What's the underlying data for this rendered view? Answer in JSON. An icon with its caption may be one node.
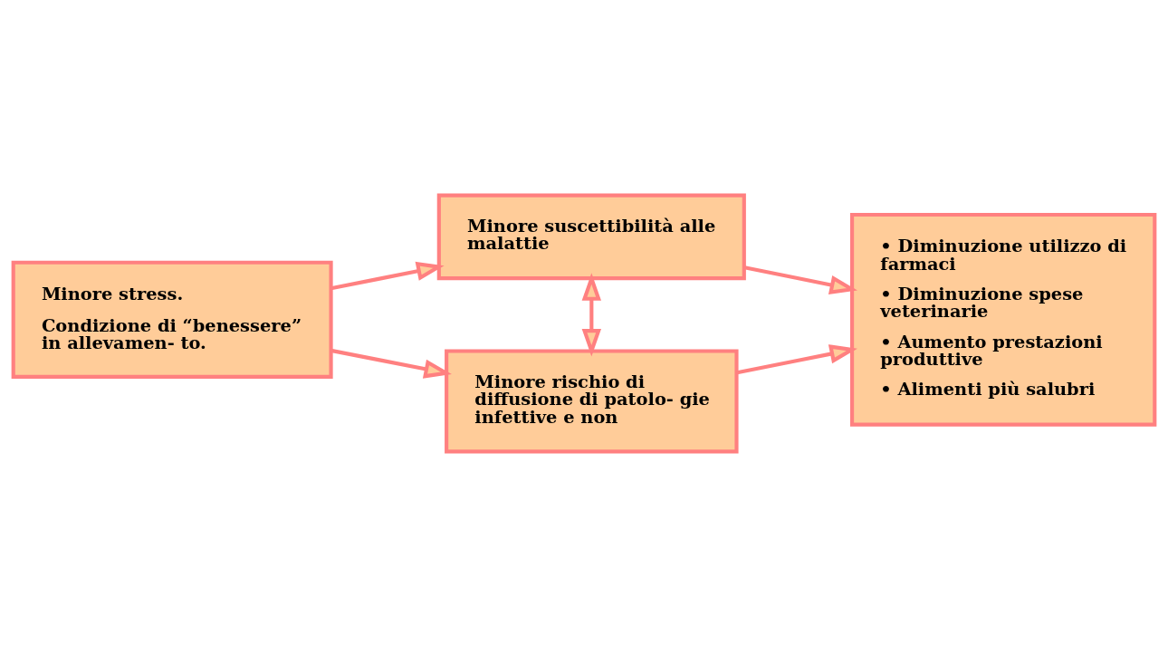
{
  "diagram": {
    "nodes": [
      {
        "text": [
          "Minore stress.",
          "Condizione di “benessere” in allevamen- to."
        ]
      },
      {
        "text": [
          "Minore suscettibilità alle malattie"
        ]
      },
      {
        "text": [
          "Minore rischio di diffusione di patolo- gie infettive e non"
        ]
      },
      {
        "text": [
          "• Diminuzione utilizzo di farmaci",
          "• Diminuzione spese veterinarie",
          "• Aumento prestazioni produttive",
          "• Alimenti più salubri"
        ]
      }
    ],
    "edges": [
      {
        "from": 0,
        "to": 1,
        "arrow": "to"
      },
      {
        "from": 0,
        "to": 2,
        "arrow": "to"
      },
      {
        "from": 1,
        "to": 2,
        "arrow": "both"
      },
      {
        "from": 1,
        "to": 3,
        "arrow": "to"
      },
      {
        "from": 2,
        "to": 3,
        "arrow": "to"
      }
    ]
  }
}
